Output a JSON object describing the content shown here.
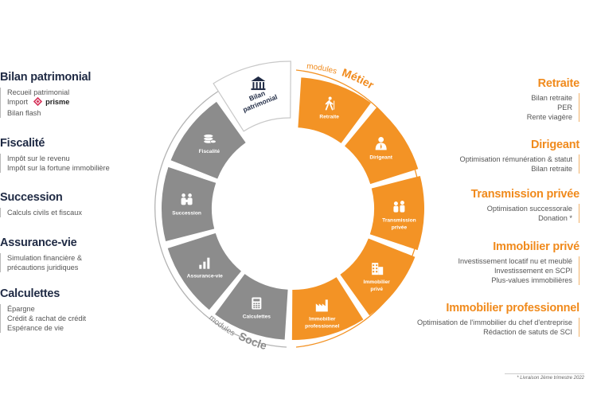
{
  "left": [
    {
      "title": "Bilan patrimonial",
      "items": [
        "Recueil patrimonial",
        "Import",
        "Bilan flash"
      ],
      "import_brand": "prisme"
    },
    {
      "title": "Fiscalité",
      "items": [
        "Impôt sur le revenu",
        "Impôt sur la fortune immobilière"
      ]
    },
    {
      "title": "Succession",
      "items": [
        "Calculs civils et fiscaux"
      ]
    },
    {
      "title": "Assurance-vie",
      "items": [
        "Simulation financière &",
        "précautions juridiques"
      ]
    },
    {
      "title": "Calculettes",
      "items": [
        "Épargne",
        "Crédit & rachat de crédit",
        "Espérance de vie"
      ]
    }
  ],
  "right": [
    {
      "title": "Retraite",
      "items": [
        "Bilan retraite",
        "PER",
        "Rente viagère"
      ]
    },
    {
      "title": "Dirigeant",
      "items": [
        "Optimisation rémunération & statut",
        "Bilan retraite"
      ]
    },
    {
      "title": "Transmission privée",
      "items": [
        "Optimisation successorale",
        "Donation *"
      ]
    },
    {
      "title": "Immobilier privé",
      "items": [
        "Investissement locatif nu et meublé",
        "Investissement en SCPI",
        "Plus-values immobilières"
      ]
    },
    {
      "title": "Immobilier professionnel",
      "items": [
        "Optimisation de l'immobilier du chef d'entreprise",
        "Rédaction de satuts de SCI"
      ]
    }
  ],
  "wheel": {
    "modules_metier_small": "modules",
    "modules_metier_big": "Métier",
    "modules_socle_small": "modules",
    "modules_socle_big": "Socle",
    "bilan_line1": "Bilan",
    "bilan_line2": "patrimonial",
    "socle_segments": [
      {
        "label": "Calculettes",
        "icon": "calculator-icon"
      },
      {
        "label": "Assurance-vie",
        "icon": "bar-chart-icon"
      },
      {
        "label": "Succession",
        "icon": "family-icon"
      },
      {
        "label": "Fiscalité",
        "icon": "coins-icon"
      }
    ],
    "metier_segments": [
      {
        "label": "Retraite",
        "icon": "hiker-icon"
      },
      {
        "label": "Dirigeant",
        "icon": "executive-icon"
      },
      {
        "label": "Transmission privée",
        "icon": "handover-icon"
      },
      {
        "label": "Immobilier privé",
        "icon": "building-icon"
      },
      {
        "label": "Immobilier professionnel",
        "icon": "factory-icon"
      }
    ]
  },
  "colors": {
    "orange": "#f39325",
    "gray": "#8c8c8c",
    "navy": "#1f2a44"
  },
  "footnote": "* Livraison 2ème trimestre 2022"
}
